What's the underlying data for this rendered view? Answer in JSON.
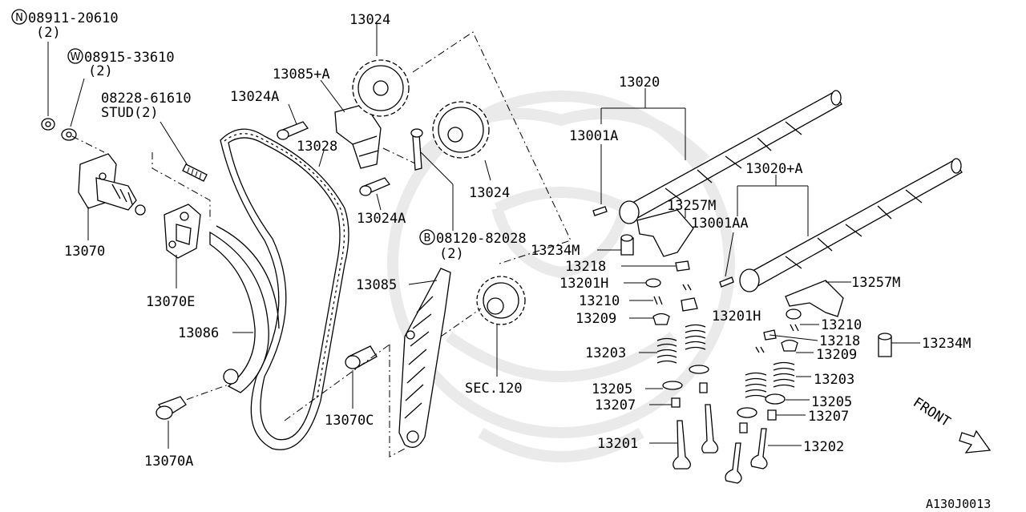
{
  "labels": {
    "nut_part": "08911-20610",
    "nut_qty": "(2)",
    "nut_symbol": "N",
    "washer_part": "08915-33610",
    "washer_qty": "(2)",
    "washer_symbol": "W",
    "stud_part": "08228-61610",
    "stud_desc": "STUD(2)",
    "tensioner": "13070",
    "tensioner_gasket": "13070E",
    "chain_guide_slack": "13086",
    "guide_bolt": "13070A",
    "chain": "13028",
    "sprocket_bolt_a": "13024A",
    "sprocket_bolt_a2": "13024A",
    "sprocket_top": "13024",
    "sprocket_mid": "13024",
    "chain_guide_top": "13085+A",
    "bolt_part": "08120-82028",
    "bolt_qty": "(2)",
    "bolt_symbol": "B",
    "chain_guide_tension": "13085",
    "idler_ref": "SEC.120",
    "plug": "13070C",
    "camshaft_1": "13020",
    "camshaft_2": "13020+A",
    "dowel_1": "13001A",
    "dowel_2": "13001AA",
    "rocker_1": "13257M",
    "rocker_2": "13257M",
    "lash_adjuster_1": "13234M",
    "lash_adjuster_2": "13234M",
    "retainer_l": "13218",
    "retainer_r": "13218",
    "valve_lifter_l": "13201H",
    "valve_lifter_r": "13201H",
    "collet_l": "13210",
    "collet_r": "13210",
    "spring_seat_upper_l": "13209",
    "spring_seat_upper_r": "13209",
    "valve_spring_l": "13203",
    "valve_spring_r": "13203",
    "spring_seat_l": "13205",
    "spring_seat_r": "13205",
    "valve_seal_l": "13207",
    "valve_seal_r": "13207",
    "intake_valve": "13201",
    "exhaust_valve": "13202",
    "front": "FRONT",
    "diagram_code": "A130J0013"
  }
}
